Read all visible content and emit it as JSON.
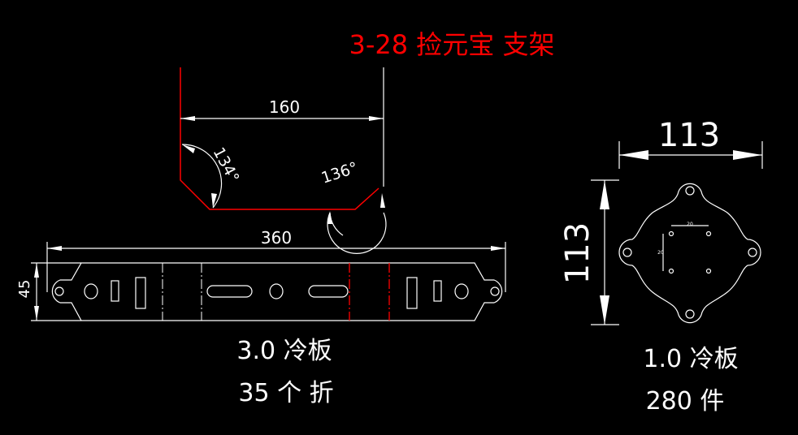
{
  "title": "3-28 捡元宝 支架",
  "bend_view": {
    "width_dim": "160",
    "angle_left": "134°",
    "angle_right": "136°"
  },
  "strip_part": {
    "length_dim": "360",
    "height_dim": "45",
    "material": "3.0 冷板",
    "bends": "35 个 折"
  },
  "round_part": {
    "width_dim": "113",
    "height_dim": "113",
    "hole_spacing_h": "20",
    "hole_spacing_v": "20",
    "material": "1.0 冷板",
    "quantity": "280 件"
  },
  "colors": {
    "outline": "#ffffff",
    "bend": "#ff0000",
    "background": "#000000"
  }
}
